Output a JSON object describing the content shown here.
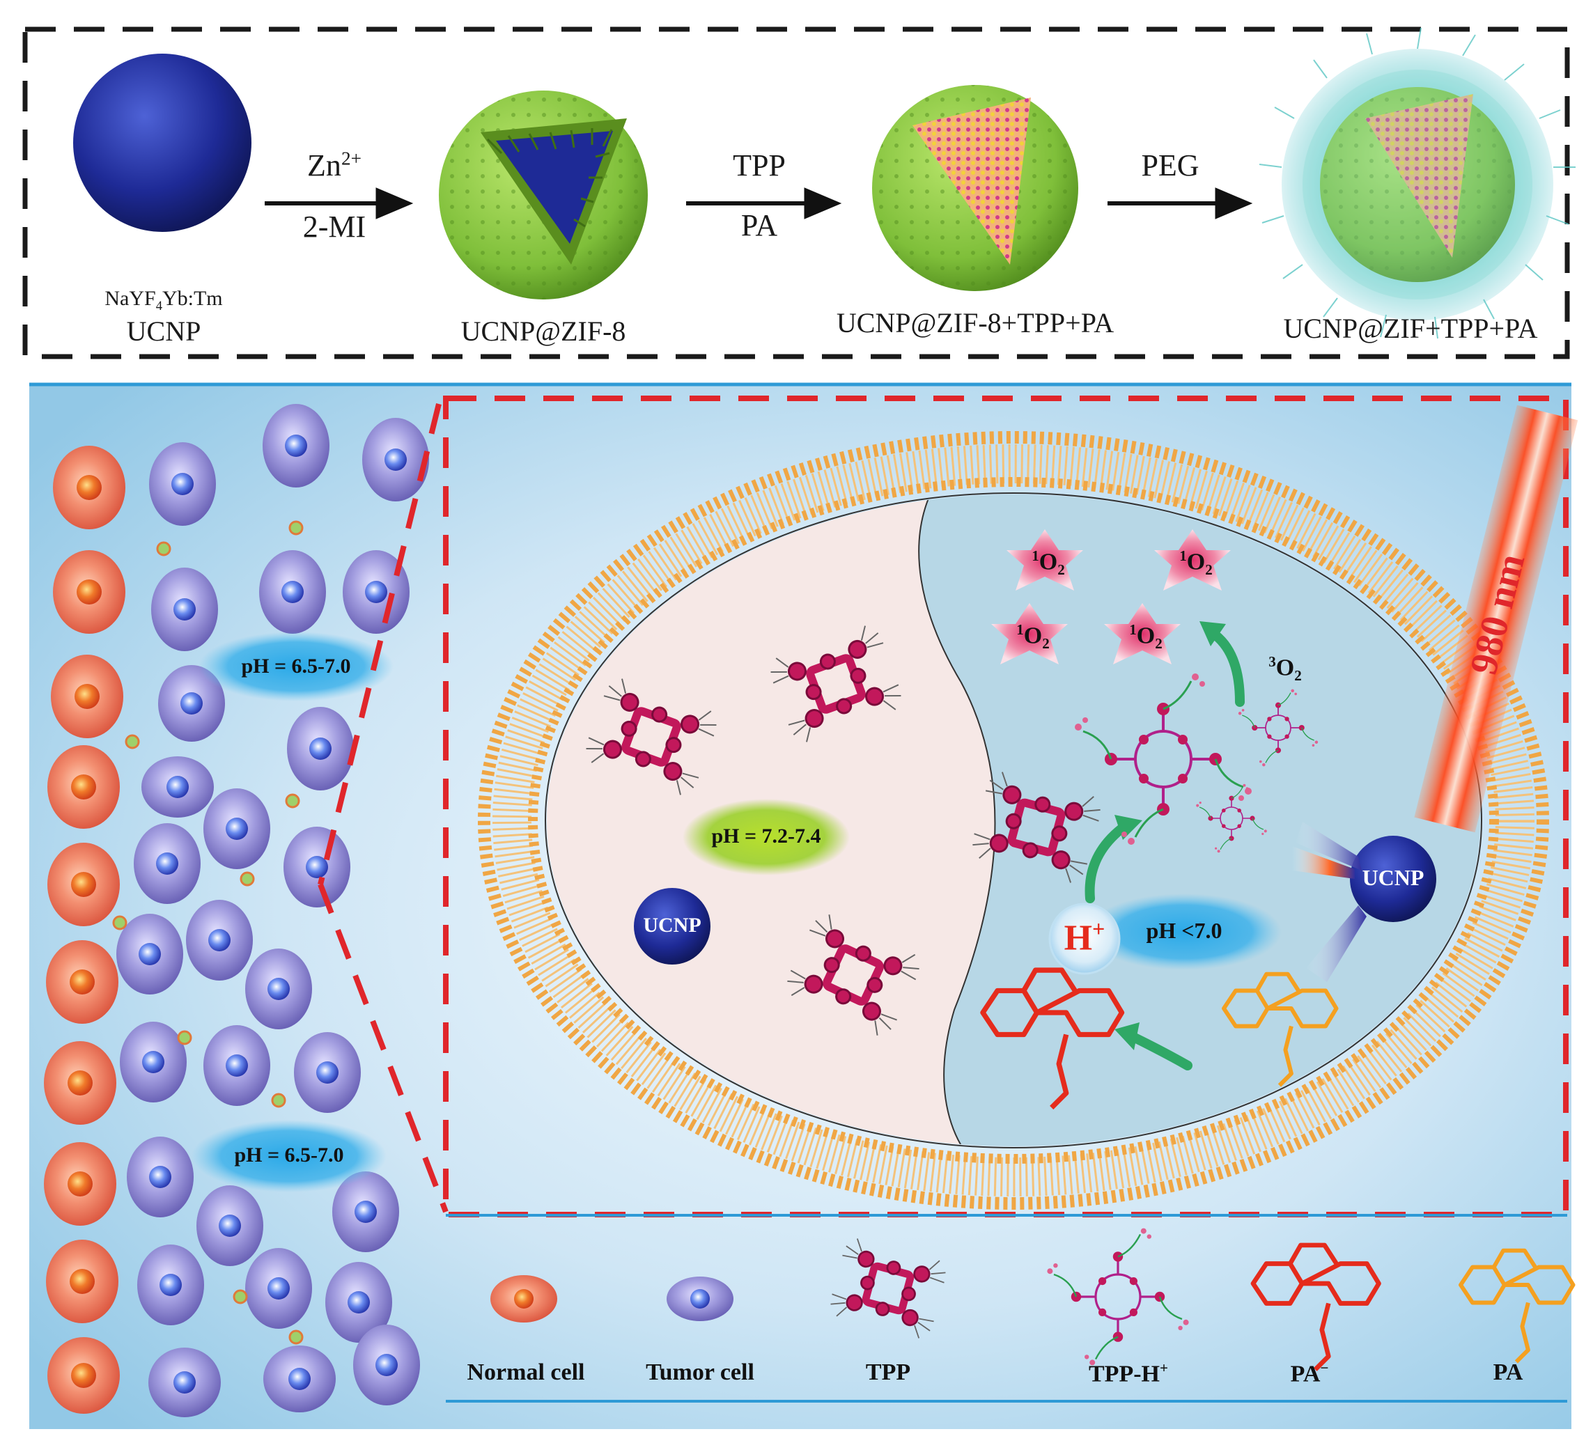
{
  "top_panel": {
    "step1": {
      "formula": "NaYF",
      "formula_sub": "4",
      "formula_rest": "Yb:Tm",
      "label": "UCNP"
    },
    "arrow1": {
      "above": "Zn",
      "above_sup": "2+",
      "below": "2-MI"
    },
    "step2": {
      "label": "UCNP@ZIF-8"
    },
    "arrow2": {
      "above": "TPP",
      "below": "PA"
    },
    "step3": {
      "label": "UCNP@ZIF-8+TPP+PA"
    },
    "arrow3": {
      "above": "PEG"
    },
    "step4": {
      "label": "UCNP@ZIF+TPP+PA"
    }
  },
  "bottom_panel": {
    "tissue_ph_1": "pH = 6.5-7.0",
    "tissue_ph_2": "pH = 6.5-7.0",
    "normal_ph": "pH = 7.2-7.4",
    "tumor_ph": "pH <7.0",
    "ucnp_left": "UCNP",
    "ucnp_right": "UCNP",
    "proton": "H",
    "proton_sup": "+",
    "laser": "980 nm",
    "singlet_oxygen": {
      "sup": "1",
      "base": "O",
      "sub": "2"
    },
    "triplet_oxygen": {
      "sup": "3",
      "base": "O",
      "sub": "2"
    }
  },
  "legend": {
    "normal_cell": "Normal cell",
    "tumor_cell": "Tumor cell",
    "tpp": "TPP",
    "tpp_h": "TPP-H",
    "tpp_h_sup": "+",
    "pa_minus": "PA",
    "pa_minus_sup": "−",
    "pa": "PA"
  },
  "colors": {
    "sphere_core": "#1f2a8c",
    "zif_shell": "#7fbf3a",
    "normal_cell": "#e86a4a",
    "tumor_cell": "#8a84cc",
    "membrane": "#f0a644",
    "dashed_red": "#e0262b",
    "tpp_magenta": "#c2185b",
    "pa_minus_red": "#e52b1c",
    "pa_orange": "#f4a020",
    "arrow_green": "#2fa866",
    "panel_blue": "#a8d4ec"
  }
}
